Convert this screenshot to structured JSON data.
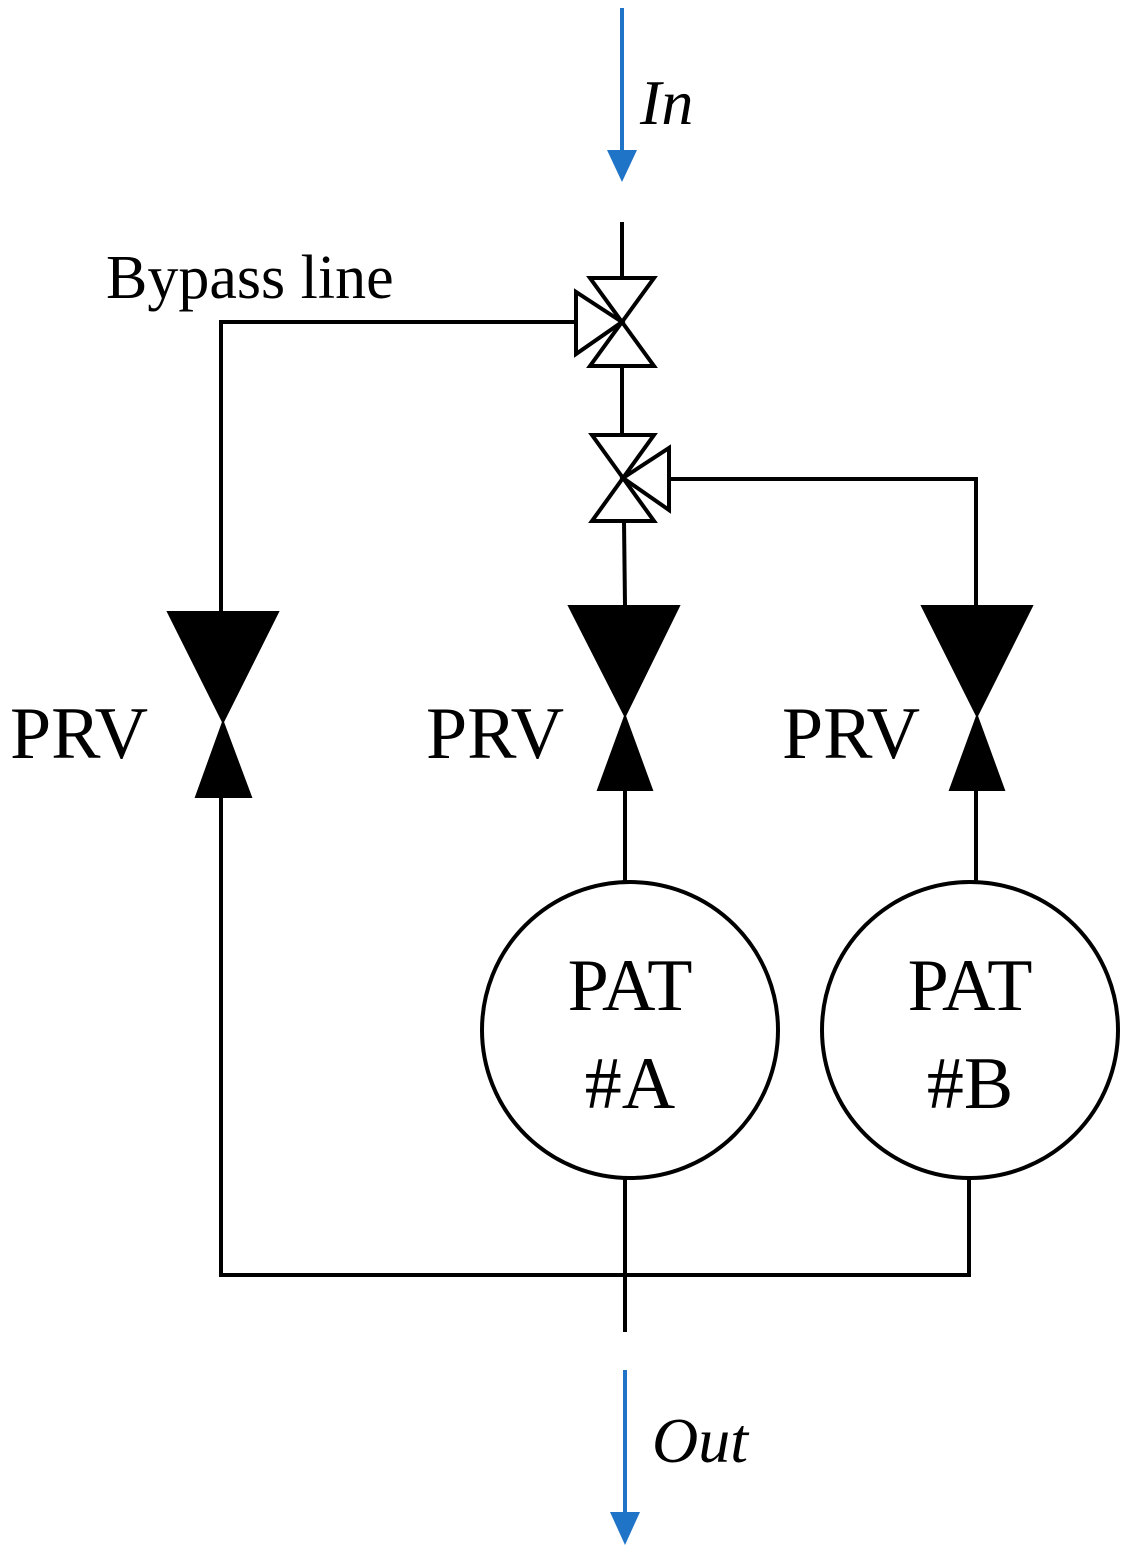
{
  "labels": {
    "inlet": "In",
    "outlet": "Out",
    "bypass": "Bypass line",
    "prv_bypass": "PRV",
    "prv_a": "PRV",
    "prv_b": "PRV",
    "pat_a_line1": "PAT",
    "pat_a_line2": "#A",
    "pat_b_line1": "PAT",
    "pat_b_line2": "#B"
  },
  "colors": {
    "flow_arrow": "#1f74c8",
    "lines": "#000000",
    "background": "#ffffff"
  }
}
